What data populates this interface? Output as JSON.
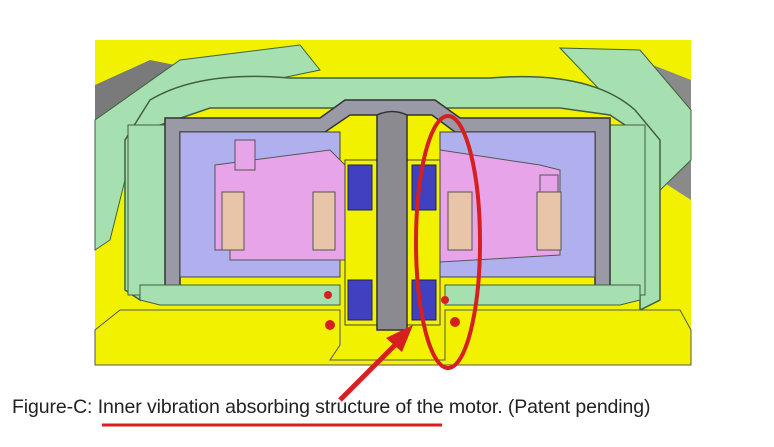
{
  "caption": {
    "prefix": "Figure-C: ",
    "highlight": "Inner vibration absorbing structure",
    "suffix": " of the motor. (Patent pending)"
  },
  "colors": {
    "background": "#ffffff",
    "frame_yellow": "#f2f200",
    "fan_green": "#a6e0b0",
    "housing_gray": "#9a9aa6",
    "stator_purple": "#b0b0ee",
    "winding_pink": "#e8a4e8",
    "magnet_tan": "#e8c4a8",
    "bearing_blue": "#4040c0",
    "shaft_gray": "#8a8a90",
    "annotation_red": "#d62020"
  },
  "annotations": {
    "highlight_shape": "ellipse",
    "pointer": "arrow-from-caption-to-shaft",
    "underline": "caption-highlight"
  }
}
